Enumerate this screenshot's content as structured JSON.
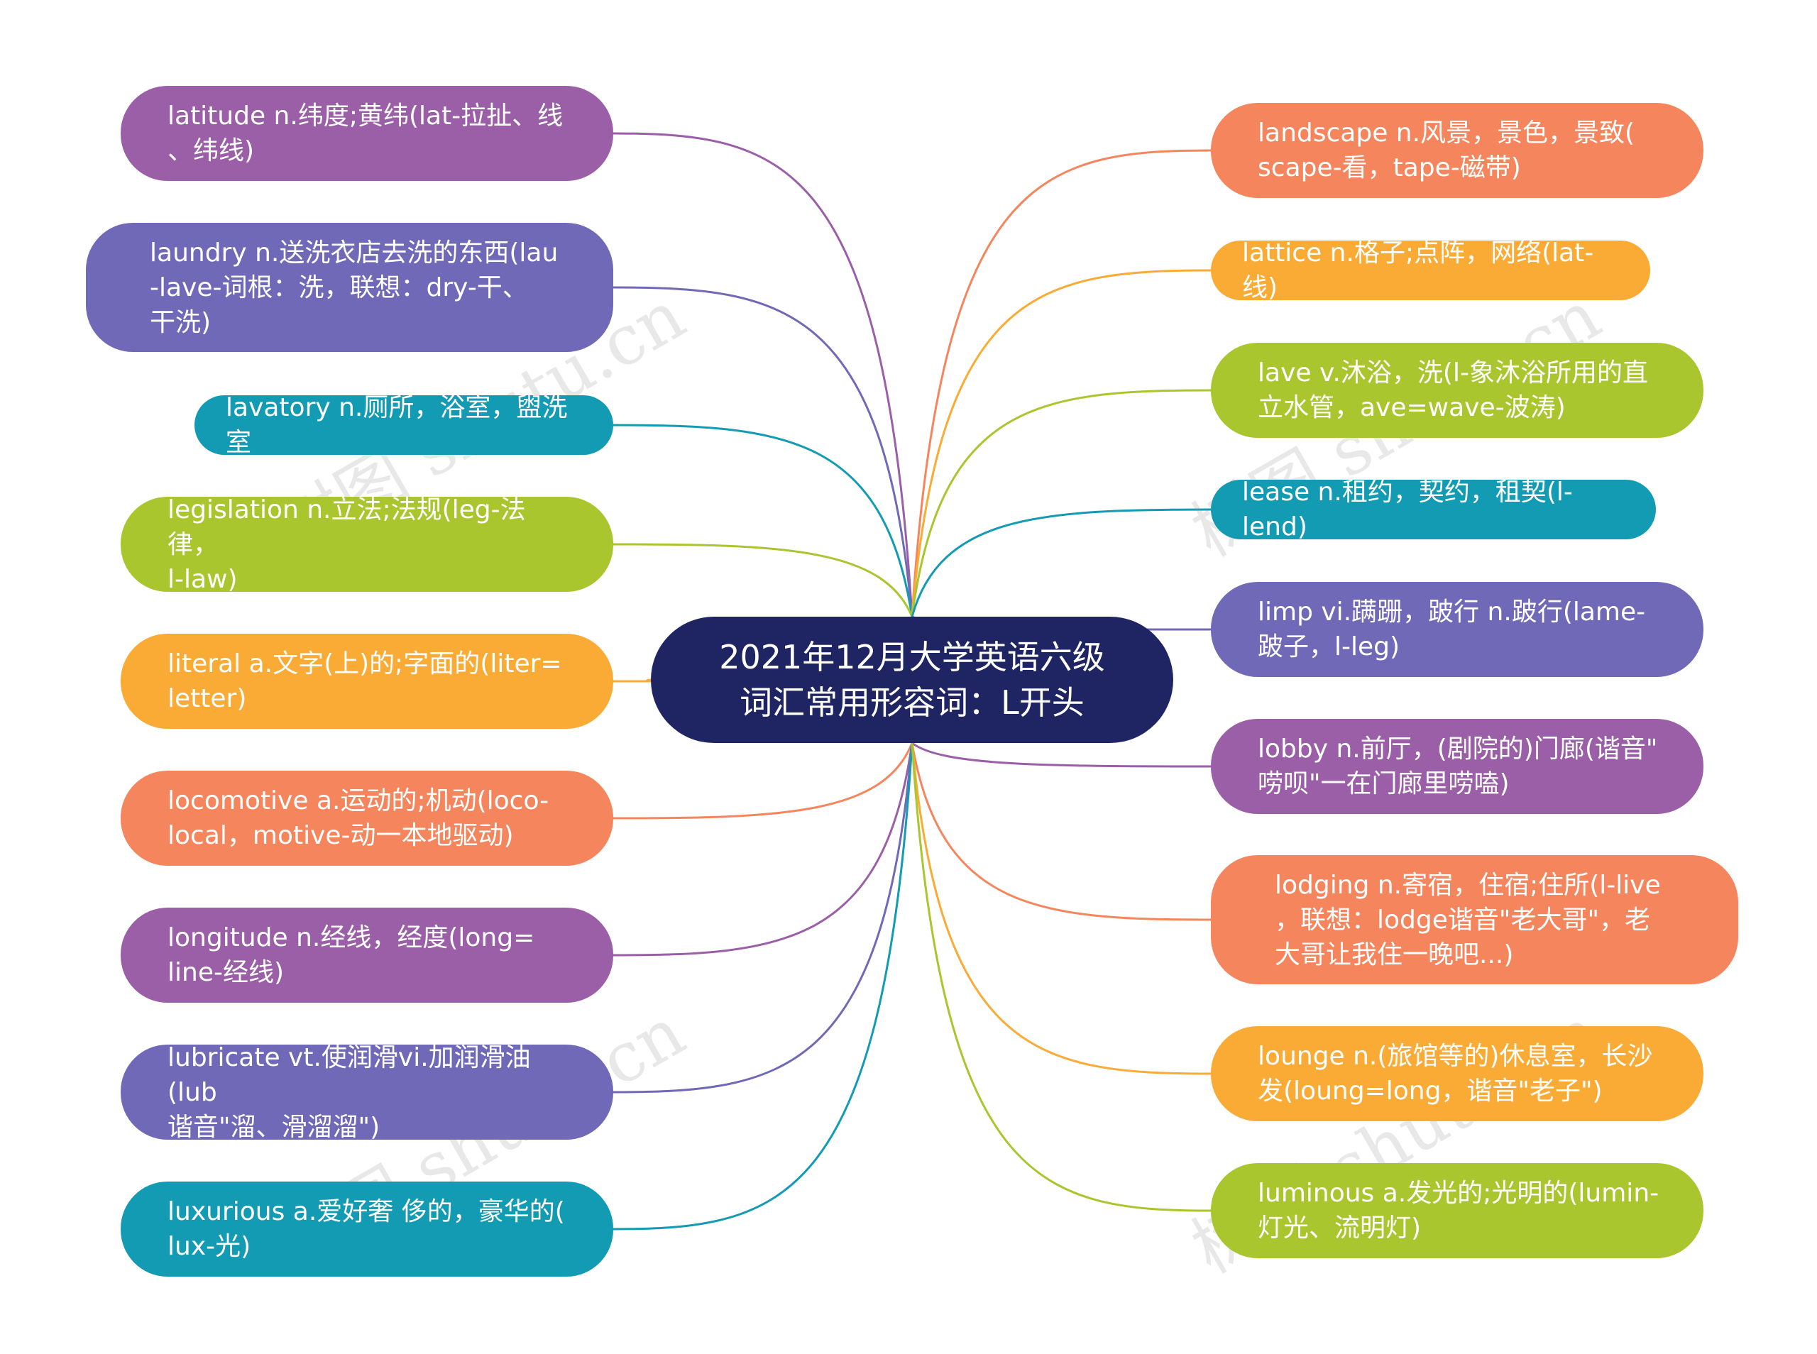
{
  "center": {
    "title": "2021年12月大学英语六级\n词汇常用形容词：L开头"
  },
  "colors": {
    "center": "#1f2563",
    "purple": "#9b5fa8",
    "indigo": "#7069b8",
    "teal": "#129bb3",
    "green": "#a9c62f",
    "yellow": "#f9ab35",
    "orange": "#f5855d"
  },
  "left_nodes": [
    {
      "text": "latitude n.纬度;黄纬(lat-拉扯、线\n、纬线)",
      "color": "purple"
    },
    {
      "text": "laundry n.送洗衣店去洗的东西(lau\n-lave-词根：洗，联想：dry-干、\n干洗)",
      "color": "indigo"
    },
    {
      "text": "lavatory n.厕所，浴室，盥洗室",
      "color": "teal"
    },
    {
      "text": "legislation n.立法;法规(leg-法律，\nl-law)",
      "color": "green"
    },
    {
      "text": "literal a.文字(上)的;字面的(liter=\nletter)",
      "color": "yellow"
    },
    {
      "text": "locomotive a.运动的;机动(loco-\nlocal，motive-动一本地驱动)",
      "color": "orange"
    },
    {
      "text": "longitude n.经线，经度(long=\nline-经线)",
      "color": "purple"
    },
    {
      "text": "lubricate vt.使润滑vi.加润滑油(lub\n谐音\"溜、滑溜溜\")",
      "color": "indigo"
    },
    {
      "text": "luxurious a.爱好奢 侈的，豪华的(\nlux-光)",
      "color": "teal"
    }
  ],
  "right_nodes": [
    {
      "text": "landscape n.风景，景色，景致(\nscape-看，tape-磁带)",
      "color": "orange"
    },
    {
      "text": "lattice n.格子;点阵，网络(lat-线)",
      "color": "yellow"
    },
    {
      "text": "lave v.沐浴，洗(l-象沐浴所用的直\n立水管，ave=wave-波涛)",
      "color": "green"
    },
    {
      "text": "lease n.租约，契约，租契(l-lend)",
      "color": "teal"
    },
    {
      "text": "limp vi.蹒跚，跛行 n.跛行(lame-\n跛子，l-leg)",
      "color": "indigo"
    },
    {
      "text": "lobby n.前厅，(剧院的)门廊(谐音\"\n唠呗\"一在门廊里唠嗑)",
      "color": "purple"
    },
    {
      "text": "lodging n.寄宿，住宿;住所(l-live\n，联想：lodge谐音\"老大哥\"，老\n大哥让我住一晚吧...)",
      "color": "orange"
    },
    {
      "text": "lounge n.(旅馆等的)休息室，长沙\n发(loung=long，谐音\"老子\")",
      "color": "yellow"
    },
    {
      "text": "luminous a.发光的;光明的(lumin-\n灯光、流明灯)",
      "color": "green"
    }
  ],
  "watermark": "树图 shutu.cn"
}
